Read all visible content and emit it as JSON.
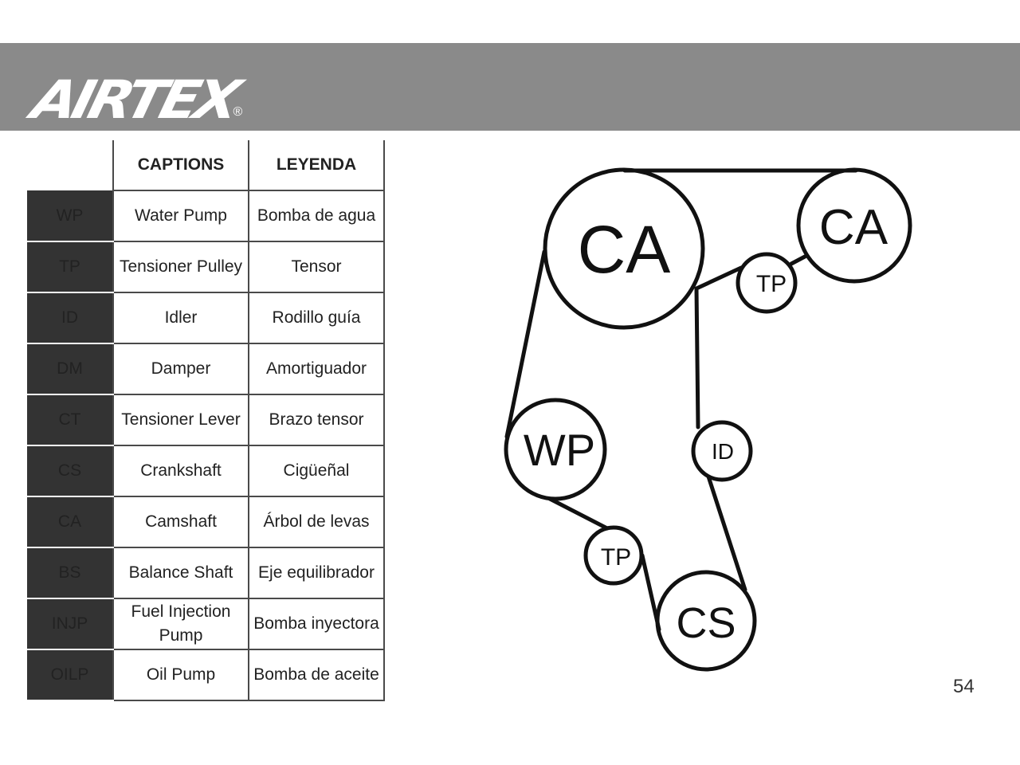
{
  "brand": {
    "logo_text": "AIRTEX",
    "registered": "®",
    "header_color": "#8a8a8a"
  },
  "legend": {
    "headers": {
      "captions": "CAPTIONS",
      "leyenda": "LEYENDA"
    },
    "rows": [
      {
        "code": "WP",
        "en": "Water Pump",
        "es": "Bomba de agua"
      },
      {
        "code": "TP",
        "en": "Tensioner Pulley",
        "es": "Tensor"
      },
      {
        "code": "ID",
        "en": "Idler",
        "es": "Rodillo guía"
      },
      {
        "code": "DM",
        "en": "Damper",
        "es": "Amortiguador"
      },
      {
        "code": "CT",
        "en": "Tensioner Lever",
        "es": "Brazo tensor"
      },
      {
        "code": "CS",
        "en": "Crankshaft",
        "es": "Cigüeñal"
      },
      {
        "code": "CA",
        "en": "Camshaft",
        "es": "Árbol de levas"
      },
      {
        "code": "BS",
        "en": "Balance Shaft",
        "es": "Eje equilibrador"
      },
      {
        "code": "INJP",
        "en": "Fuel Injection Pump",
        "es": "Bomba inyectora"
      },
      {
        "code": "OILP",
        "en": "Oil Pump",
        "es": "Bomba de aceite"
      }
    ]
  },
  "diagram": {
    "pulleys": [
      {
        "id": "ca_left",
        "label": "CA"
      },
      {
        "id": "ca_right",
        "label": "CA"
      },
      {
        "id": "tp_upper",
        "label": "TP"
      },
      {
        "id": "wp",
        "label": "WP"
      },
      {
        "id": "id",
        "label": "ID"
      },
      {
        "id": "tp_lower",
        "label": "TP"
      },
      {
        "id": "cs",
        "label": "CS"
      }
    ]
  },
  "page_number": "54"
}
